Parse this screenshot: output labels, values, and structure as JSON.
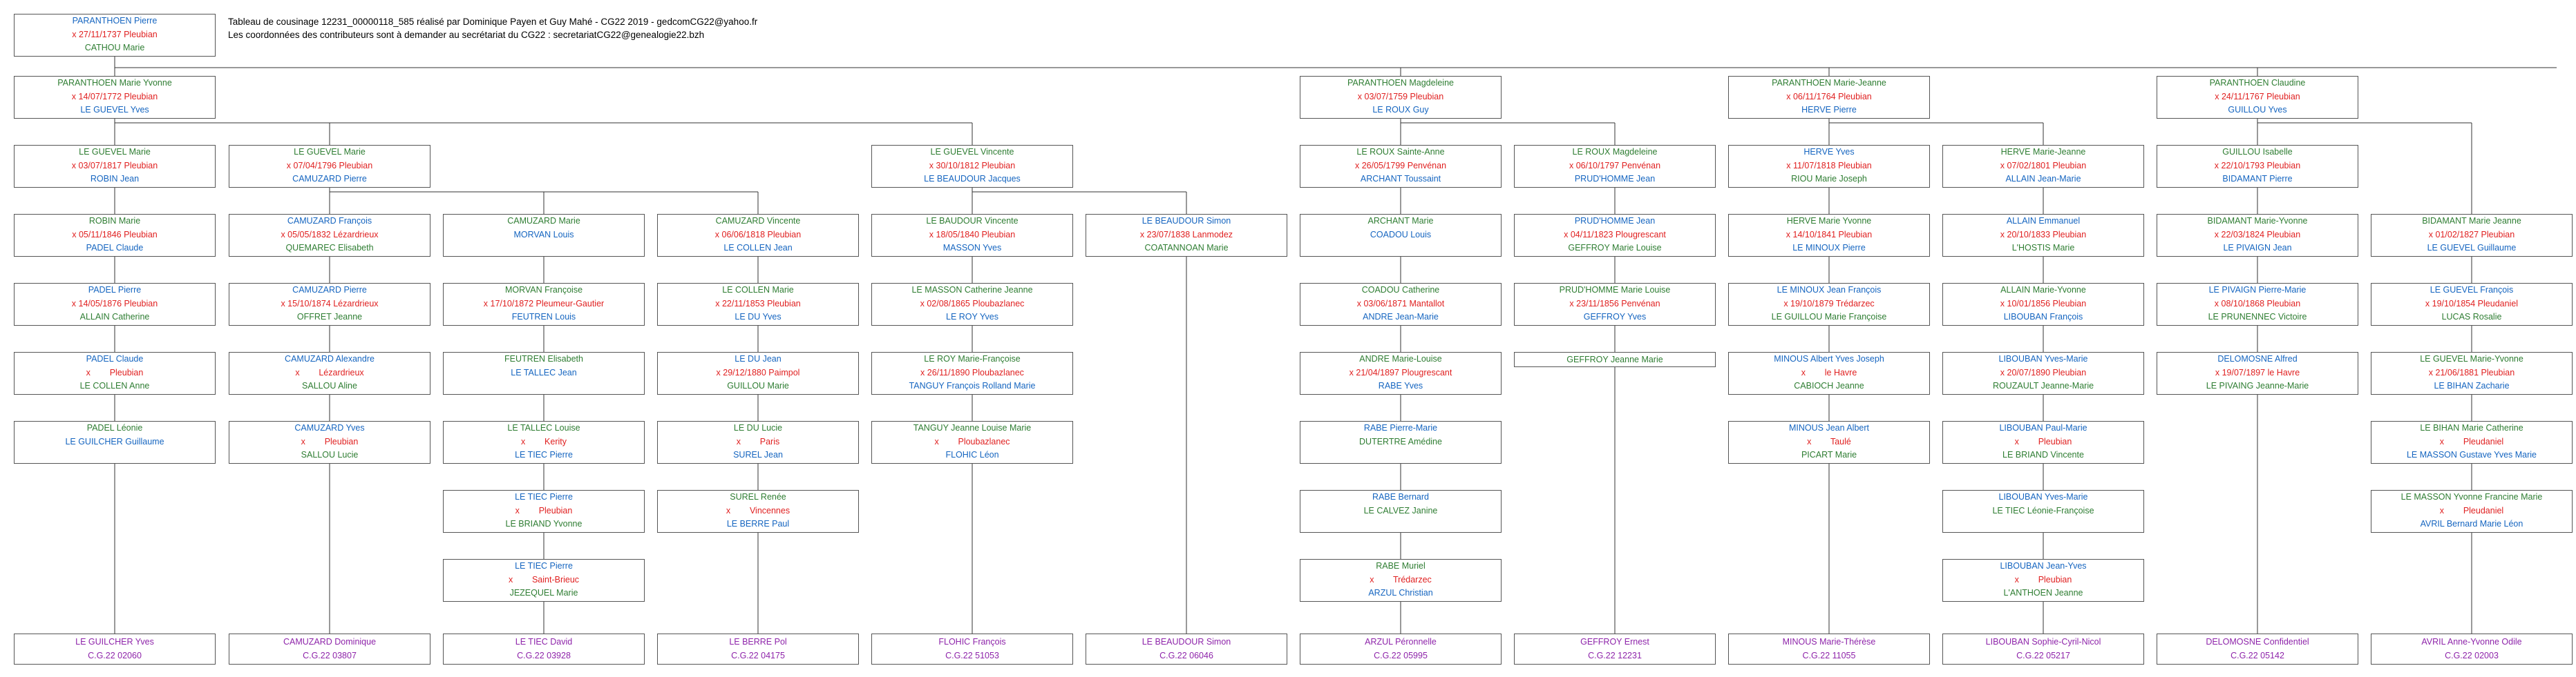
{
  "header": {
    "line1": "Tableau de cousinage 12231_00000118_585 réalisé par Dominique Payen et Guy Mahé - CG22 2019 - gedcomCG22@yahoo.fr",
    "line2": "Les coordonnées des contributeurs sont à demander au secrétariat du CG22 :  secretariatCG22@genealogie22.bzh"
  },
  "root": {
    "n1": "PARANTHOEN Pierre",
    "m": "x 27/11/1737 Pleubian",
    "n2": "CATHOU Marie",
    "c1": "f",
    "c2": "m"
  },
  "columns": [
    {
      "boxes": [
        {
          "n1": "PARANTHOEN Marie Yvonne",
          "m": "x 14/07/1772 Pleubian",
          "n2": "LE GUEVEL Yves",
          "c1": "m",
          "c2": "f"
        },
        {
          "n1": "LE GUEVEL Marie",
          "m": "x 03/07/1817 Pleubian",
          "n2": "ROBIN Jean",
          "c1": "m",
          "c2": "f"
        },
        {
          "n1": "ROBIN Marie",
          "m": "x 05/11/1846 Pleubian",
          "n2": "PADEL Claude",
          "c1": "m",
          "c2": "f"
        },
        {
          "n1": "PADEL Pierre",
          "m": "x 14/05/1876 Pleubian",
          "n2": "ALLAIN Catherine",
          "c1": "f",
          "c2": "m"
        },
        {
          "n1": "PADEL Claude",
          "m": "x        Pleubian",
          "n2": "LE COLLEN Anne",
          "c1": "f",
          "c2": "m"
        },
        {
          "n1": "PADEL Léonie",
          "m": "",
          "n2": "LE GUILCHER Guillaume",
          "c1": "m",
          "c2": "f"
        }
      ],
      "final": {
        "n1": "LE GUILCHER Yves",
        "code": "C.G.22 02060"
      }
    },
    {
      "boxes": [
        {
          "n1": "LE GUEVEL Marie",
          "m": "x 07/04/1796 Pleubian",
          "n2": "CAMUZARD Pierre",
          "c1": "m",
          "c2": "f"
        },
        {
          "n1": "CAMUZARD François",
          "m": "x 05/05/1832 Lézardrieux",
          "n2": "QUEMAREC Elisabeth",
          "c1": "f",
          "c2": "m"
        },
        {
          "n1": "CAMUZARD Pierre",
          "m": "x 15/10/1874 Lézardrieux",
          "n2": "OFFRET Jeanne",
          "c1": "f",
          "c2": "m"
        },
        {
          "n1": "CAMUZARD Alexandre",
          "m": "x        Lézardrieux",
          "n2": "SALLOU Aline",
          "c1": "f",
          "c2": "m"
        },
        {
          "n1": "CAMUZARD Yves",
          "m": "x        Pleubian",
          "n2": "SALLOU Lucie",
          "c1": "f",
          "c2": "m"
        }
      ],
      "final": {
        "n1": "CAMUZARD Dominique",
        "code": "C.G.22 03807"
      }
    },
    {
      "boxes": [
        {
          "n1": "CAMUZARD Marie",
          "m": "",
          "n2": "MORVAN Louis",
          "c1": "m",
          "c2": "f"
        },
        {
          "n1": "MORVAN Françoise",
          "m": "x 17/10/1872 Pleumeur-Gautier",
          "n2": "FEUTREN Louis",
          "c1": "m",
          "c2": "f"
        },
        {
          "n1": "FEUTREN Elisabeth",
          "m": "",
          "n2": "LE TALLEC Jean",
          "c1": "m",
          "c2": "f"
        },
        {
          "n1": "LE TALLEC Louise",
          "m": "x        Kerity",
          "n2": "LE TIEC Pierre",
          "c1": "m",
          "c2": "f"
        },
        {
          "n1": "LE TIEC Pierre",
          "m": "x        Pleubian",
          "n2": "LE BRIAND Yvonne",
          "c1": "f",
          "c2": "m"
        },
        {
          "n1": "LE TIEC Pierre",
          "m": "x        Saint-Brieuc",
          "n2": "JEZEQUEL Marie",
          "c1": "f",
          "c2": "m"
        }
      ],
      "final": {
        "n1": "LE TIEC David",
        "code": "C.G.22 03928"
      }
    },
    {
      "boxes": [
        {
          "n1": "CAMUZARD Vincente",
          "m": "x 06/06/1818 Pleubian",
          "n2": "LE COLLEN Jean",
          "c1": "m",
          "c2": "f"
        },
        {
          "n1": "LE COLLEN Marie",
          "m": "x 22/11/1853 Pleubian",
          "n2": "LE DU Yves",
          "c1": "m",
          "c2": "f"
        },
        {
          "n1": "LE DU Jean",
          "m": "x 29/12/1880 Paimpol",
          "n2": "GUILLOU Marie",
          "c1": "f",
          "c2": "m"
        },
        {
          "n1": "LE DU Lucie",
          "m": "x        Paris",
          "n2": "SUREL Jean",
          "c1": "m",
          "c2": "f"
        },
        {
          "n1": "SUREL Renée",
          "m": "x        Vincennes",
          "n2": "LE BERRE Paul",
          "c1": "m",
          "c2": "f"
        }
      ],
      "final": {
        "n1": "LE BERRE Pol",
        "code": "C.G.22 04175"
      }
    },
    {
      "boxes": [
        {
          "n1": "LE GUEVEL Vincente",
          "m": "x 30/10/1812 Pleubian",
          "n2": "LE BEAUDOUR Jacques",
          "c1": "m",
          "c2": "f"
        },
        {
          "n1": "LE BAUDOUR Vincente",
          "m": "x 18/05/1840 Pleubian",
          "n2": "MASSON Yves",
          "c1": "m",
          "c2": "f"
        },
        {
          "n1": "LE MASSON Catherine Jeanne",
          "m": "x 02/08/1865 Ploubazlanec",
          "n2": "LE ROY Yves",
          "c1": "m",
          "c2": "f"
        },
        {
          "n1": "LE ROY Marie-Françoise",
          "m": "x 26/11/1890 Ploubazlanec",
          "n2": "TANGUY François Rolland Marie",
          "c1": "m",
          "c2": "f"
        },
        {
          "n1": "TANGUY Jeanne Louise Marie",
          "m": "x        Ploubazlanec",
          "n2": "FLOHIC Léon",
          "c1": "m",
          "c2": "f"
        }
      ],
      "final": {
        "n1": "FLOHIC François",
        "code": "C.G.22 51053"
      }
    },
    {
      "boxes": [
        {
          "n1": "LE BEAUDOUR Simon",
          "m": "x 23/07/1838 Lanmodez",
          "n2": "COATANNOAN Marie",
          "c1": "f",
          "c2": "m"
        }
      ],
      "final": {
        "n1": "LE BEAUDOUR Simon",
        "code": "C.G.22 06046"
      }
    },
    {
      "boxes": [
        {
          "n1": "PARANTHOEN Magdeleine",
          "m": "x 03/07/1759 Pleubian",
          "n2": "LE ROUX Guy",
          "c1": "m",
          "c2": "f"
        },
        {
          "n1": "LE ROUX Sainte-Anne",
          "m": "x 26/05/1799 Penvénan",
          "n2": "ARCHANT Toussaint",
          "c1": "m",
          "c2": "f"
        },
        {
          "n1": "ARCHANT Marie",
          "m": "",
          "n2": "COADOU Louis",
          "c1": "m",
          "c2": "f"
        },
        {
          "n1": "COADOU Catherine",
          "m": "x 03/06/1871 Mantallot",
          "n2": "ANDRE Jean-Marie",
          "c1": "m",
          "c2": "f"
        },
        {
          "n1": "ANDRE Marie-Louise",
          "m": "x 21/04/1897 Plougrescant",
          "n2": "RABE Yves",
          "c1": "m",
          "c2": "f"
        },
        {
          "n1": "RABE Pierre-Marie",
          "m": "",
          "n2": "DUTERTRE Amédine",
          "c1": "f",
          "c2": "m"
        },
        {
          "n1": "RABE Bernard",
          "m": "",
          "n2": "LE CALVEZ Janine",
          "c1": "f",
          "c2": "m"
        },
        {
          "n1": "RABE Muriel",
          "m": "x        Trédarzec",
          "n2": "ARZUL Christian",
          "c1": "m",
          "c2": "f"
        }
      ],
      "final": {
        "n1": "ARZUL Péronnelle",
        "code": "C.G.22 05995"
      }
    },
    {
      "boxes": [
        {
          "n1": "LE ROUX Magdeleine",
          "m": "x 06/10/1797 Penvénan",
          "n2": "PRUD'HOMME Jean",
          "c1": "m",
          "c2": "f"
        },
        {
          "n1": "PRUD'HOMME Jean",
          "m": "x 04/11/1823 Plougrescant",
          "n2": "GEFFROY Marie Louise",
          "c1": "f",
          "c2": "m"
        },
        {
          "n1": "PRUD'HOMME Marie Louise",
          "m": "x 23/11/1856 Penvénan",
          "n2": "GEFFROY Yves",
          "c1": "m",
          "c2": "f"
        },
        {
          "n1": "GEFFROY Jeanne Marie",
          "m": "",
          "n2": "",
          "c1": "m",
          "c2": "f"
        }
      ],
      "final": {
        "n1": "GEFFROY Ernest",
        "code": "C.G.22 12231"
      }
    },
    {
      "boxes": [
        {
          "n1": "PARANTHOEN Marie-Jeanne",
          "m": "x 06/11/1764 Pleubian",
          "n2": "HERVE Pierre",
          "c1": "m",
          "c2": "f"
        },
        {
          "n1": "HERVE Yves",
          "m": "x 11/07/1818 Pleubian",
          "n2": "RIOU Marie Joseph",
          "c1": "f",
          "c2": "m"
        },
        {
          "n1": "HERVE Marie Yvonne",
          "m": "x 14/10/1841 Pleubian",
          "n2": "LE MINOUX Pierre",
          "c1": "m",
          "c2": "f"
        },
        {
          "n1": "LE MINOUX Jean François",
          "m": "x 19/10/1879 Trédarzec",
          "n2": "LE GUILLOU Marie Françoise",
          "c1": "f",
          "c2": "m"
        },
        {
          "n1": "MINOUS Albert Yves Joseph",
          "m": "x        le Havre",
          "n2": "CABIOCH Jeanne",
          "c1": "f",
          "c2": "m"
        },
        {
          "n1": "MINOUS Jean Albert",
          "m": "x        Taulé",
          "n2": "PICART Marie",
          "c1": "f",
          "c2": "m"
        }
      ],
      "final": {
        "n1": "MINOUS Marie-Thérèse",
        "code": "C.G.22 11055"
      }
    },
    {
      "boxes": [
        {
          "n1": "HERVE Marie-Jeanne",
          "m": "x 07/02/1801 Pleubian",
          "n2": "ALLAIN Jean-Marie",
          "c1": "m",
          "c2": "f"
        },
        {
          "n1": "ALLAIN Emmanuel",
          "m": "x 20/10/1833 Pleubian",
          "n2": "L'HOSTIS Marie",
          "c1": "f",
          "c2": "m"
        },
        {
          "n1": "ALLAIN Marie-Yvonne",
          "m": "x 10/01/1856 Pleubian",
          "n2": "LIBOUBAN François",
          "c1": "m",
          "c2": "f"
        },
        {
          "n1": "LIBOUBAN Yves-Marie",
          "m": "x 20/07/1890 Pleubian",
          "n2": "ROUZAULT Jeanne-Marie",
          "c1": "f",
          "c2": "m"
        },
        {
          "n1": "LIBOUBAN Paul-Marie",
          "m": "x        Pleubian",
          "n2": "LE BRIAND Vincente",
          "c1": "f",
          "c2": "m"
        },
        {
          "n1": "LIBOUBAN Yves-Marie",
          "m": "",
          "n2": "LE TIEC Léonie-Françoise",
          "c1": "f",
          "c2": "m"
        },
        {
          "n1": "LIBOUBAN Jean-Yves",
          "m": "x        Pleubian",
          "n2": "L'ANTHOEN Jeanne",
          "c1": "f",
          "c2": "m"
        }
      ],
      "final": {
        "n1": "LIBOUBAN Sophie-Cyril-Nicol",
        "code": "C.G.22 05217"
      }
    },
    {
      "boxes": [
        {
          "n1": "PARANTHOEN Claudine",
          "m": "x 24/11/1767 Pleubian",
          "n2": "GUILLOU Yves",
          "c1": "m",
          "c2": "f"
        },
        {
          "n1": "GUILLOU Isabelle",
          "m": "x 22/10/1793 Pleubian",
          "n2": "BIDAMANT Pierre",
          "c1": "m",
          "c2": "f"
        },
        {
          "n1": "BIDAMANT Marie-Yvonne",
          "m": "x 22/03/1824 Pleubian",
          "n2": "LE PIVAIGN Jean",
          "c1": "m",
          "c2": "f"
        },
        {
          "n1": "LE PIVAIGN Pierre-Marie",
          "m": "x 08/10/1868 Pleubian",
          "n2": "LE PRUNENNEC Victoire",
          "c1": "f",
          "c2": "m"
        },
        {
          "n1": "DELOMOSNE Alfred",
          "m": "x 19/07/1897 le Havre",
          "n2": "LE PIVAING Jeanne-Marie",
          "c1": "f",
          "c2": "m"
        }
      ],
      "final": {
        "n1": "DELOMOSNE Confidentiel",
        "code": "C.G.22 05142"
      }
    },
    {
      "boxes": [
        {
          "n1": "BIDAMANT Marie Jeanne",
          "m": "x 01/02/1827 Pleubian",
          "n2": "LE GUEVEL Guillaume",
          "c1": "m",
          "c2": "f"
        },
        {
          "n1": "LE GUEVEL François",
          "m": "x 19/10/1854 Pleudaniel",
          "n2": "LUCAS Rosalie",
          "c1": "f",
          "c2": "m"
        },
        {
          "n1": "LE GUEVEL Marie-Yvonne",
          "m": "x 21/06/1881 Pleubian",
          "n2": "LE BIHAN Zacharie",
          "c1": "m",
          "c2": "f"
        },
        {
          "n1": "LE BIHAN Marie Catherine",
          "m": "x        Pleudaniel",
          "n2": "LE MASSON Gustave Yves Marie",
          "c1": "m",
          "c2": "f"
        },
        {
          "n1": "LE MASSON Yvonne Francine Marie",
          "m": "x        Pleudaniel",
          "n2": "AVRIL Bernard Marie Léon",
          "c1": "m",
          "c2": "f"
        }
      ],
      "final": {
        "n1": "AVRIL Anne-Yvonne Odile",
        "code": "C.G.22 02003"
      }
    }
  ]
}
